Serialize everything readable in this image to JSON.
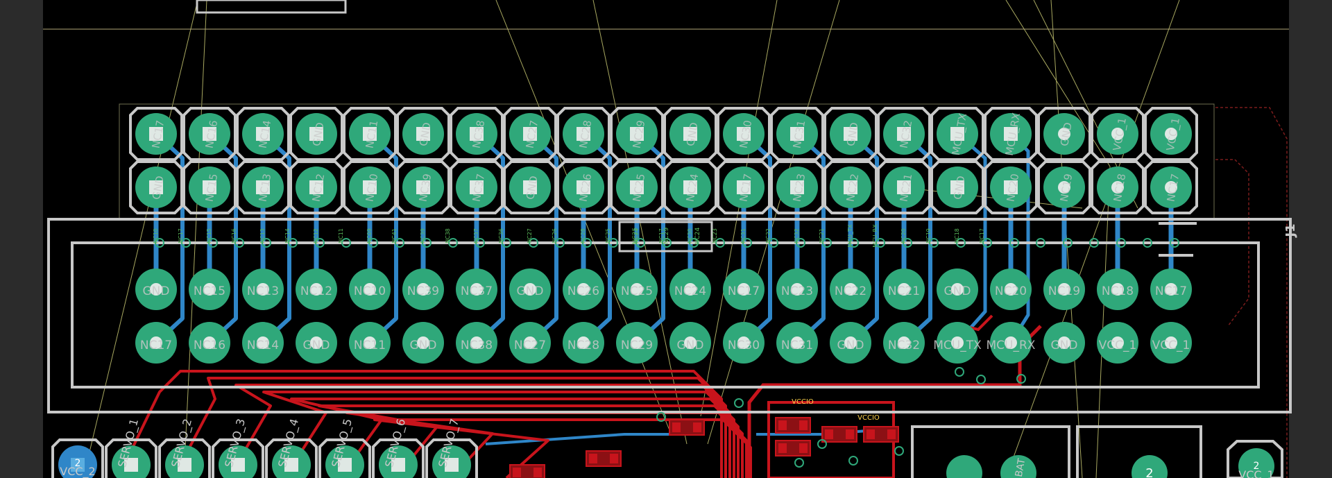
{
  "colors": {
    "background": "#000000",
    "margin": "#2b2b2b",
    "silkscreen": "#c8c8c8",
    "pad": "#2fa87a",
    "via_hole": "#000000",
    "via_ring": "#2fa87a",
    "bottom_copper": "#2f86c8",
    "top_copper": "#c8141c",
    "top_copper_dark": "#8c1014",
    "ratsnest": "#a8a860",
    "outline": "#b4a878",
    "courtyard": "#7a1c1c",
    "pad_label": "#c8c8c8",
    "via_label": "#5ab85a",
    "net_label_orange": "#ffd24a"
  },
  "header": {
    "designator": "J1",
    "upper_row_a": [
      "NC17",
      "NC16",
      "NC14",
      "GND",
      "NC11",
      "GND",
      "NC38",
      "NC27",
      "NC28",
      "NC29",
      "GND",
      "NC30",
      "NC31",
      "GND",
      "NC32",
      "MCU_TX",
      "MCU_RX",
      "GND",
      "VCC_1",
      "VCC_1"
    ],
    "upper_row_b": [
      "GND",
      "NC15",
      "NC13",
      "NC12",
      "NC10",
      "NC39",
      "NC37",
      "GND",
      "NC26",
      "NC25",
      "NC24",
      "NC17",
      "NC23",
      "NC22",
      "NC21",
      "GND",
      "NC20",
      "NC19",
      "NC18",
      "NC17"
    ],
    "lower_row_a": [
      "GND",
      "NC15",
      "NC13",
      "NC12",
      "NC10",
      "NC39",
      "NC37",
      "GND",
      "NC26",
      "NC25",
      "NC24",
      "NC17",
      "NC23",
      "NC22",
      "NC21",
      "GND",
      "NC20",
      "NC19",
      "NC18",
      "NC17"
    ],
    "lower_row_b": [
      "NC17",
      "NC16",
      "NC14",
      "GND",
      "NC11",
      "GND",
      "NC38",
      "NC27",
      "NC28",
      "NC29",
      "GND",
      "NC30",
      "NC31",
      "GND",
      "NC32",
      "MCU_TX",
      "MCU_RX",
      "GND",
      "VCC_1",
      "VCC_1"
    ],
    "via_labels": [
      "NC10",
      "NC17",
      "NC15",
      "NC16",
      "NC13",
      "NC14",
      "NC12",
      "NC11",
      "NC09",
      "NC41",
      "NC39",
      "NC38",
      "NC37",
      "NC36",
      "NC27",
      "NC26",
      "NC28",
      "NC25",
      "NC24",
      "NC17",
      "NC30",
      "NC23",
      "NC31",
      "NC22",
      "NC32",
      "NC21",
      "MCU_TX",
      "MCU_RX",
      "NC20",
      "NC19",
      "NC18",
      "NC17"
    ]
  },
  "connector_box": {
    "labels": [
      "NC25",
      "NC29",
      "NC24"
    ]
  },
  "servo_header": {
    "labels": [
      "SERVO_1",
      "SERVO_2",
      "SERVO_3",
      "SERVO_4",
      "SERVO_5",
      "SERVO_6",
      "SERVO_7"
    ],
    "first_pad": "VCC_2",
    "first_pad_number": "2"
  },
  "right_pads": [
    {
      "number": "2",
      "label": "VCC_1"
    },
    {
      "number": "2",
      "label": ""
    }
  ],
  "top_labels": [
    "VCCIO",
    "VCCIO"
  ],
  "misc_labels": [
    "BAT"
  ]
}
